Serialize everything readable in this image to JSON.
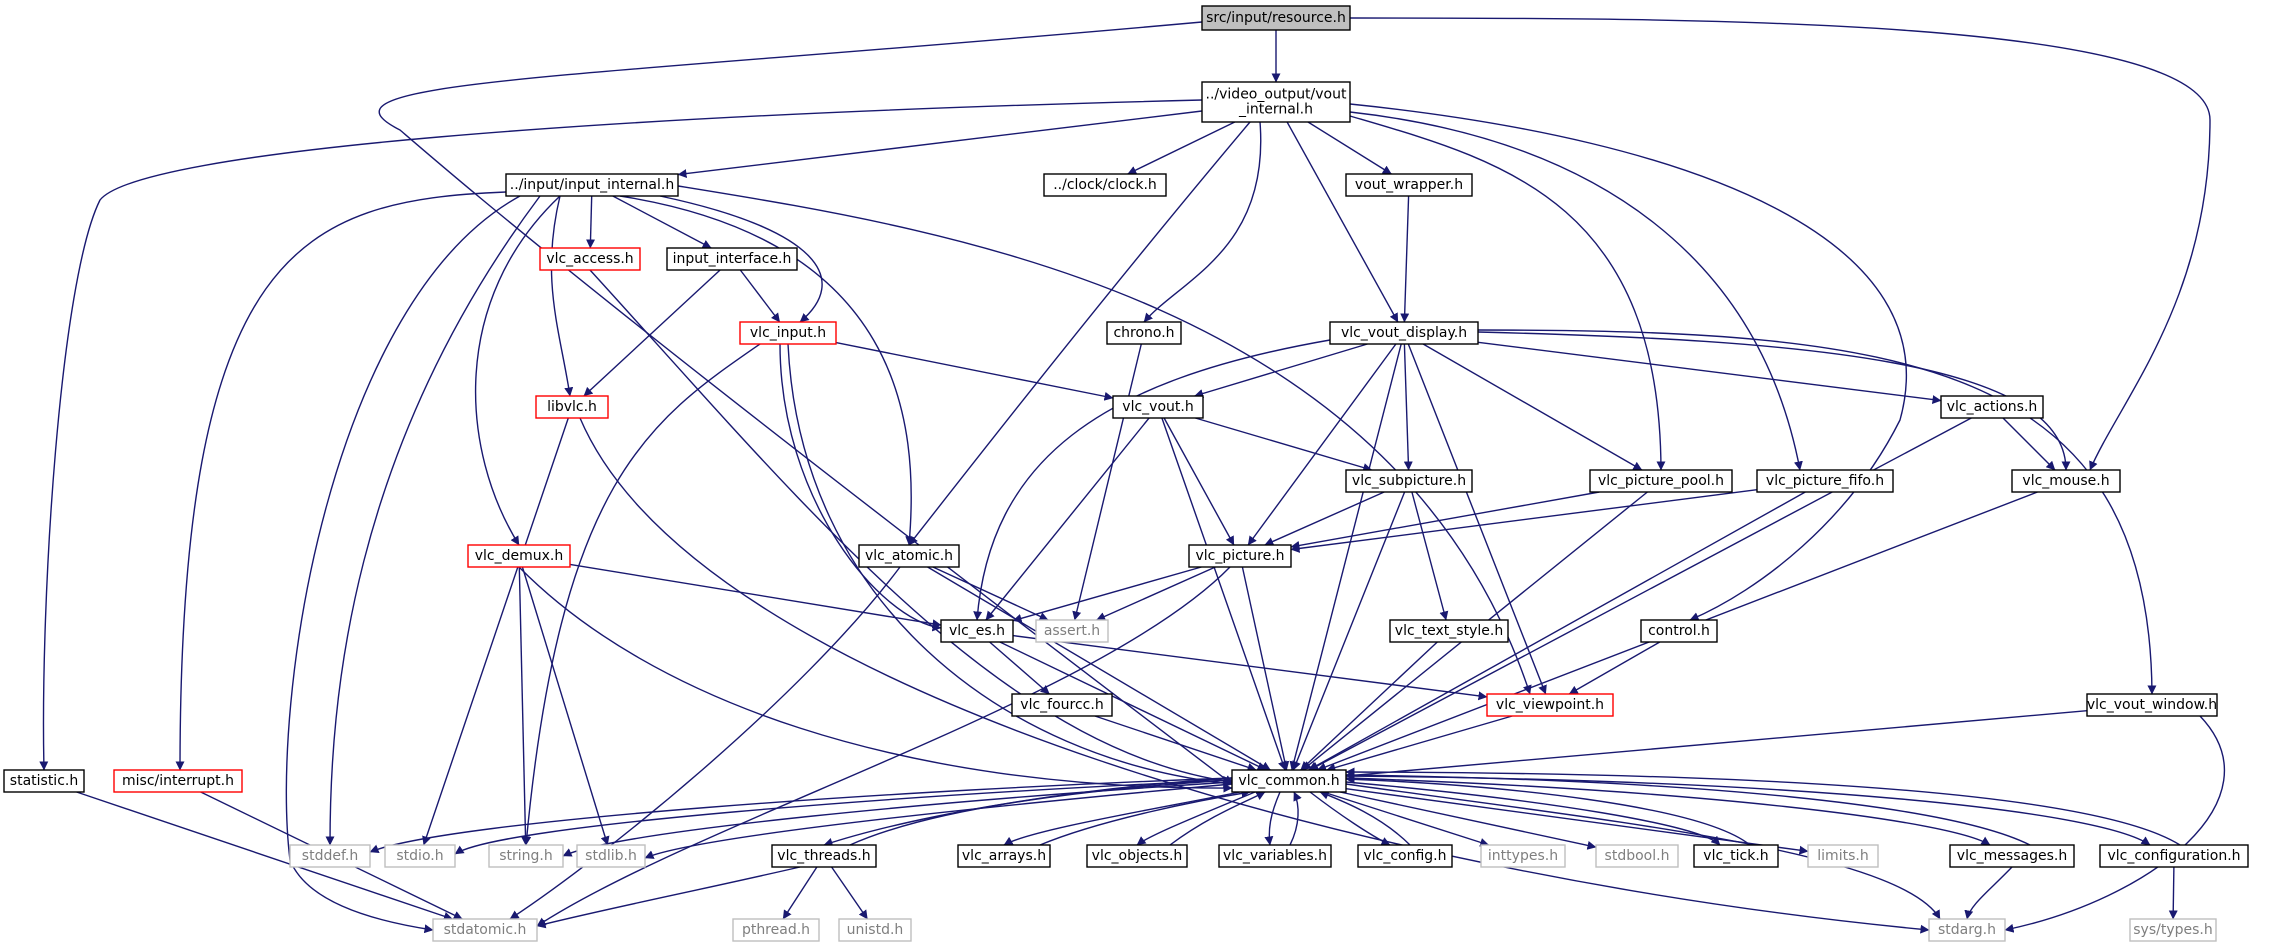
{
  "diagram": {
    "root": "src/input/resource.h",
    "nodes": [
      {
        "id": "resource",
        "label": "src/input/resource.h",
        "style": "root"
      },
      {
        "id": "vout_internal",
        "label": "../video_output/vout\n_internal.h",
        "style": "doc"
      },
      {
        "id": "input_internal",
        "label": "../input/input_internal.h",
        "style": "doc"
      },
      {
        "id": "clock",
        "label": "../clock/clock.h",
        "style": "doc"
      },
      {
        "id": "vout_wrapper",
        "label": "vout_wrapper.h",
        "style": "doc"
      },
      {
        "id": "vlc_access",
        "label": "vlc_access.h",
        "style": "truncated"
      },
      {
        "id": "input_interface",
        "label": "input_interface.h",
        "style": "doc"
      },
      {
        "id": "vlc_input",
        "label": "vlc_input.h",
        "style": "truncated"
      },
      {
        "id": "chrono",
        "label": "chrono.h",
        "style": "doc"
      },
      {
        "id": "vlc_vout_display",
        "label": "vlc_vout_display.h",
        "style": "doc"
      },
      {
        "id": "libvlc",
        "label": "libvlc.h",
        "style": "truncated"
      },
      {
        "id": "vlc_vout",
        "label": "vlc_vout.h",
        "style": "doc"
      },
      {
        "id": "vlc_actions",
        "label": "vlc_actions.h",
        "style": "doc"
      },
      {
        "id": "vlc_subpicture",
        "label": "vlc_subpicture.h",
        "style": "doc"
      },
      {
        "id": "vlc_picture_pool",
        "label": "vlc_picture_pool.h",
        "style": "doc"
      },
      {
        "id": "vlc_picture_fifo",
        "label": "vlc_picture_fifo.h",
        "style": "doc"
      },
      {
        "id": "vlc_mouse",
        "label": "vlc_mouse.h",
        "style": "doc"
      },
      {
        "id": "vlc_demux",
        "label": "vlc_demux.h",
        "style": "truncated"
      },
      {
        "id": "vlc_atomic",
        "label": "vlc_atomic.h",
        "style": "doc"
      },
      {
        "id": "vlc_picture",
        "label": "vlc_picture.h",
        "style": "doc"
      },
      {
        "id": "vlc_es",
        "label": "vlc_es.h",
        "style": "doc"
      },
      {
        "id": "assert",
        "label": "assert.h",
        "style": "external"
      },
      {
        "id": "vlc_text_style",
        "label": "vlc_text_style.h",
        "style": "doc"
      },
      {
        "id": "control",
        "label": "control.h",
        "style": "doc"
      },
      {
        "id": "vlc_fourcc",
        "label": "vlc_fourcc.h",
        "style": "doc"
      },
      {
        "id": "vlc_viewpoint",
        "label": "vlc_viewpoint.h",
        "style": "truncated"
      },
      {
        "id": "vlc_vout_window",
        "label": "vlc_vout_window.h",
        "style": "doc"
      },
      {
        "id": "statistic",
        "label": "statistic.h",
        "style": "doc"
      },
      {
        "id": "misc_interrupt",
        "label": "misc/interrupt.h",
        "style": "truncated"
      },
      {
        "id": "vlc_common",
        "label": "vlc_common.h",
        "style": "doc"
      },
      {
        "id": "stddef",
        "label": "stddef.h",
        "style": "external"
      },
      {
        "id": "stdio",
        "label": "stdio.h",
        "style": "external"
      },
      {
        "id": "string",
        "label": "string.h",
        "style": "external"
      },
      {
        "id": "stdlib",
        "label": "stdlib.h",
        "style": "external"
      },
      {
        "id": "vlc_threads",
        "label": "vlc_threads.h",
        "style": "doc"
      },
      {
        "id": "vlc_arrays",
        "label": "vlc_arrays.h",
        "style": "doc"
      },
      {
        "id": "vlc_objects",
        "label": "vlc_objects.h",
        "style": "doc"
      },
      {
        "id": "vlc_variables",
        "label": "vlc_variables.h",
        "style": "doc"
      },
      {
        "id": "vlc_config",
        "label": "vlc_config.h",
        "style": "doc"
      },
      {
        "id": "inttypes",
        "label": "inttypes.h",
        "style": "external"
      },
      {
        "id": "stdbool",
        "label": "stdbool.h",
        "style": "external"
      },
      {
        "id": "vlc_tick",
        "label": "vlc_tick.h",
        "style": "doc"
      },
      {
        "id": "limits",
        "label": "limits.h",
        "style": "external"
      },
      {
        "id": "vlc_messages",
        "label": "vlc_messages.h",
        "style": "doc"
      },
      {
        "id": "vlc_configuration",
        "label": "vlc_configuration.h",
        "style": "doc"
      },
      {
        "id": "stdatomic",
        "label": "stdatomic.h",
        "style": "external"
      },
      {
        "id": "pthread",
        "label": "pthread.h",
        "style": "external"
      },
      {
        "id": "unistd",
        "label": "unistd.h",
        "style": "external"
      },
      {
        "id": "stdarg",
        "label": "stdarg.h",
        "style": "external"
      },
      {
        "id": "sys_types",
        "label": "sys/types.h",
        "style": "external"
      }
    ],
    "edges": [
      [
        "resource",
        "vout_internal"
      ],
      [
        "resource",
        "vlc_common"
      ],
      [
        "resource",
        "vlc_mouse"
      ],
      [
        "vout_internal",
        "input_internal"
      ],
      [
        "vout_internal",
        "clock"
      ],
      [
        "vout_internal",
        "vout_wrapper"
      ],
      [
        "vout_internal",
        "chrono"
      ],
      [
        "vout_internal",
        "vlc_vout_display"
      ],
      [
        "vout_internal",
        "vlc_atomic"
      ],
      [
        "vout_internal",
        "vlc_picture_pool"
      ],
      [
        "vout_internal",
        "vlc_picture_fifo"
      ],
      [
        "vout_internal",
        "control"
      ],
      [
        "vout_internal",
        "statistic"
      ],
      [
        "input_internal",
        "vlc_access"
      ],
      [
        "input_internal",
        "input_interface"
      ],
      [
        "input_internal",
        "vlc_input"
      ],
      [
        "input_internal",
        "libvlc"
      ],
      [
        "input_internal",
        "vlc_demux"
      ],
      [
        "input_internal",
        "vlc_atomic"
      ],
      [
        "input_internal",
        "vlc_viewpoint"
      ],
      [
        "input_internal",
        "misc_interrupt"
      ],
      [
        "input_internal",
        "stddef"
      ],
      [
        "input_internal",
        "stdatomic"
      ],
      [
        "vlc_access",
        "vlc_common"
      ],
      [
        "input_interface",
        "vlc_input"
      ],
      [
        "input_interface",
        "libvlc"
      ],
      [
        "vlc_input",
        "vlc_vout"
      ],
      [
        "vlc_input",
        "vlc_es"
      ],
      [
        "vlc_input",
        "vlc_common"
      ],
      [
        "vlc_input",
        "string"
      ],
      [
        "libvlc",
        "stdio"
      ],
      [
        "libvlc",
        "stdarg"
      ],
      [
        "chrono",
        "assert"
      ],
      [
        "vout_wrapper",
        "vlc_vout_display"
      ],
      [
        "vlc_vout_display",
        "vlc_vout"
      ],
      [
        "vlc_vout_display",
        "vlc_subpicture"
      ],
      [
        "vlc_vout_display",
        "vlc_picture"
      ],
      [
        "vlc_vout_display",
        "vlc_es"
      ],
      [
        "vlc_vout_display",
        "vlc_common"
      ],
      [
        "vlc_vout_display",
        "vlc_picture_pool"
      ],
      [
        "vlc_vout_display",
        "vlc_actions"
      ],
      [
        "vlc_vout_display",
        "vlc_mouse"
      ],
      [
        "vlc_vout_display",
        "vlc_vout_window"
      ],
      [
        "vlc_vout_display",
        "vlc_viewpoint"
      ],
      [
        "vlc_vout",
        "vlc_subpicture"
      ],
      [
        "vlc_vout",
        "vlc_picture"
      ],
      [
        "vlc_vout",
        "vlc_es"
      ],
      [
        "vlc_vout",
        "vlc_common"
      ],
      [
        "vlc_subpicture",
        "vlc_picture"
      ],
      [
        "vlc_subpicture",
        "vlc_text_style"
      ],
      [
        "vlc_subpicture",
        "vlc_common"
      ],
      [
        "vlc_picture_pool",
        "vlc_picture"
      ],
      [
        "vlc_picture_pool",
        "vlc_common"
      ],
      [
        "vlc_picture_fifo",
        "vlc_picture"
      ],
      [
        "vlc_picture_fifo",
        "vlc_common"
      ],
      [
        "vlc_actions",
        "vlc_mouse"
      ],
      [
        "vlc_actions",
        "vlc_common"
      ],
      [
        "vlc_mouse",
        "vlc_common"
      ],
      [
        "vlc_demux",
        "vlc_es"
      ],
      [
        "vlc_demux",
        "vlc_common"
      ],
      [
        "vlc_demux",
        "string"
      ],
      [
        "vlc_demux",
        "stdlib"
      ],
      [
        "vlc_atomic",
        "assert"
      ],
      [
        "vlc_atomic",
        "vlc_common"
      ],
      [
        "vlc_atomic",
        "stdatomic"
      ],
      [
        "vlc_picture",
        "vlc_es"
      ],
      [
        "vlc_picture",
        "assert"
      ],
      [
        "vlc_picture",
        "vlc_common"
      ],
      [
        "vlc_picture",
        "stdatomic"
      ],
      [
        "vlc_es",
        "vlc_fourcc"
      ],
      [
        "vlc_es",
        "vlc_viewpoint"
      ],
      [
        "vlc_es",
        "vlc_common"
      ],
      [
        "vlc_fourcc",
        "vlc_common"
      ],
      [
        "vlc_text_style",
        "vlc_common"
      ],
      [
        "control",
        "vlc_viewpoint"
      ],
      [
        "vlc_viewpoint",
        "vlc_common"
      ],
      [
        "vlc_vout_window",
        "vlc_common"
      ],
      [
        "vlc_vout_window",
        "stdarg"
      ],
      [
        "statistic",
        "stdatomic"
      ],
      [
        "misc_interrupt",
        "stdatomic"
      ],
      [
        "vlc_common",
        "stddef"
      ],
      [
        "vlc_common",
        "stdio"
      ],
      [
        "vlc_common",
        "string"
      ],
      [
        "vlc_common",
        "stdlib"
      ],
      [
        "vlc_common",
        "vlc_threads"
      ],
      [
        "vlc_common",
        "vlc_arrays"
      ],
      [
        "vlc_common",
        "vlc_objects"
      ],
      [
        "vlc_common",
        "vlc_variables"
      ],
      [
        "vlc_common",
        "vlc_config"
      ],
      [
        "vlc_common",
        "inttypes"
      ],
      [
        "vlc_common",
        "stdbool"
      ],
      [
        "vlc_common",
        "vlc_tick"
      ],
      [
        "vlc_common",
        "limits"
      ],
      [
        "vlc_common",
        "vlc_messages"
      ],
      [
        "vlc_common",
        "vlc_configuration"
      ],
      [
        "vlc_common",
        "stdarg"
      ],
      [
        "vlc_threads",
        "vlc_common"
      ],
      [
        "vlc_threads",
        "stdatomic"
      ],
      [
        "vlc_threads",
        "pthread"
      ],
      [
        "vlc_threads",
        "unistd"
      ],
      [
        "vlc_arrays",
        "vlc_common"
      ],
      [
        "vlc_objects",
        "vlc_common"
      ],
      [
        "vlc_variables",
        "vlc_common"
      ],
      [
        "vlc_config",
        "vlc_common"
      ],
      [
        "vlc_tick",
        "vlc_common"
      ],
      [
        "vlc_messages",
        "vlc_common"
      ],
      [
        "vlc_messages",
        "stdarg"
      ],
      [
        "vlc_configuration",
        "vlc_common"
      ],
      [
        "vlc_configuration",
        "sys_types"
      ]
    ],
    "colors": {
      "edge": "#191970",
      "root_fill": "#bfbfbf",
      "doc_border": "#000000",
      "truncated_border": "#ff0000",
      "external_border": "#bfbfbf",
      "external_text": "#7f7f7f",
      "text": "#000000"
    }
  }
}
